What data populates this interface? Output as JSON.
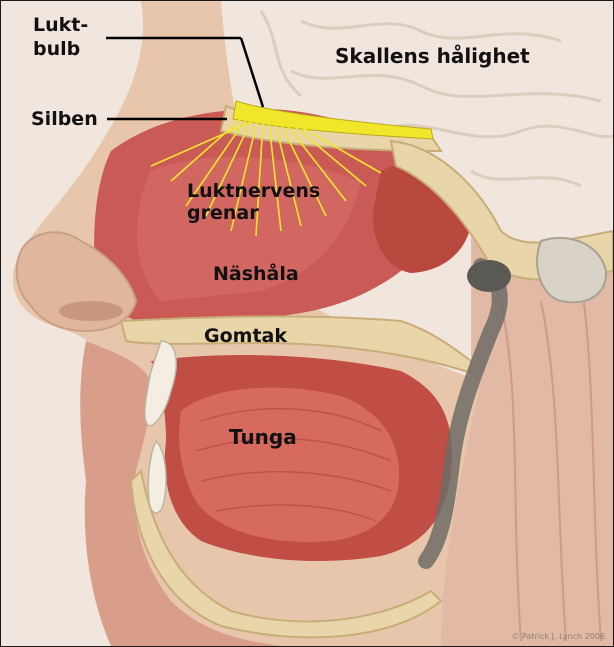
{
  "labels": {
    "lukt_bulb_line1": "Lukt-",
    "lukt_bulb_line2": "bulb",
    "silben": "Silben",
    "skallens_halighet": "Skallens hålighet",
    "luktnervens": "Luktnervens",
    "grenar": "grenar",
    "nashala": "Näshåla",
    "gomtak": "Gomtak",
    "tunga": "Tunga"
  },
  "credit": "© Patrick J. Lynch 2006",
  "colors": {
    "background": "#f1e6dd",
    "muscle": "#d98a7c",
    "muscle_dark": "#c4584c",
    "cavity": "#c95a55",
    "bone": "#e8d5a9",
    "bone_outline": "#c9ad78",
    "nerve": "#f2e62a",
    "skin": "#e7c6ac",
    "leader_line": "#000000",
    "tube": "#6f6c66"
  }
}
